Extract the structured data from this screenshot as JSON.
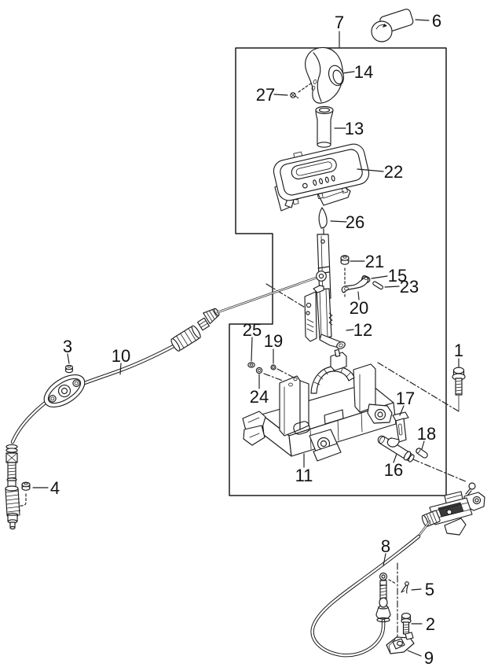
{
  "page": {
    "kind": "exploded-parts-diagram",
    "background": "#ffffff",
    "line_color": "#1c1c1c",
    "text_color": "#111111"
  },
  "parts": [
    {
      "number": "1"
    },
    {
      "number": "2"
    },
    {
      "number": "3"
    },
    {
      "number": "4"
    },
    {
      "number": "5"
    },
    {
      "number": "6"
    },
    {
      "number": "7"
    },
    {
      "number": "8"
    },
    {
      "number": "9"
    },
    {
      "number": "10"
    },
    {
      "number": "11"
    },
    {
      "number": "12"
    },
    {
      "number": "13"
    },
    {
      "number": "14"
    },
    {
      "number": "15"
    },
    {
      "number": "16"
    },
    {
      "number": "17"
    },
    {
      "number": "18"
    },
    {
      "number": "19"
    },
    {
      "number": "20"
    },
    {
      "number": "21"
    },
    {
      "number": "22"
    },
    {
      "number": "23"
    },
    {
      "number": "24"
    },
    {
      "number": "25"
    },
    {
      "number": "26"
    },
    {
      "number": "27"
    }
  ]
}
